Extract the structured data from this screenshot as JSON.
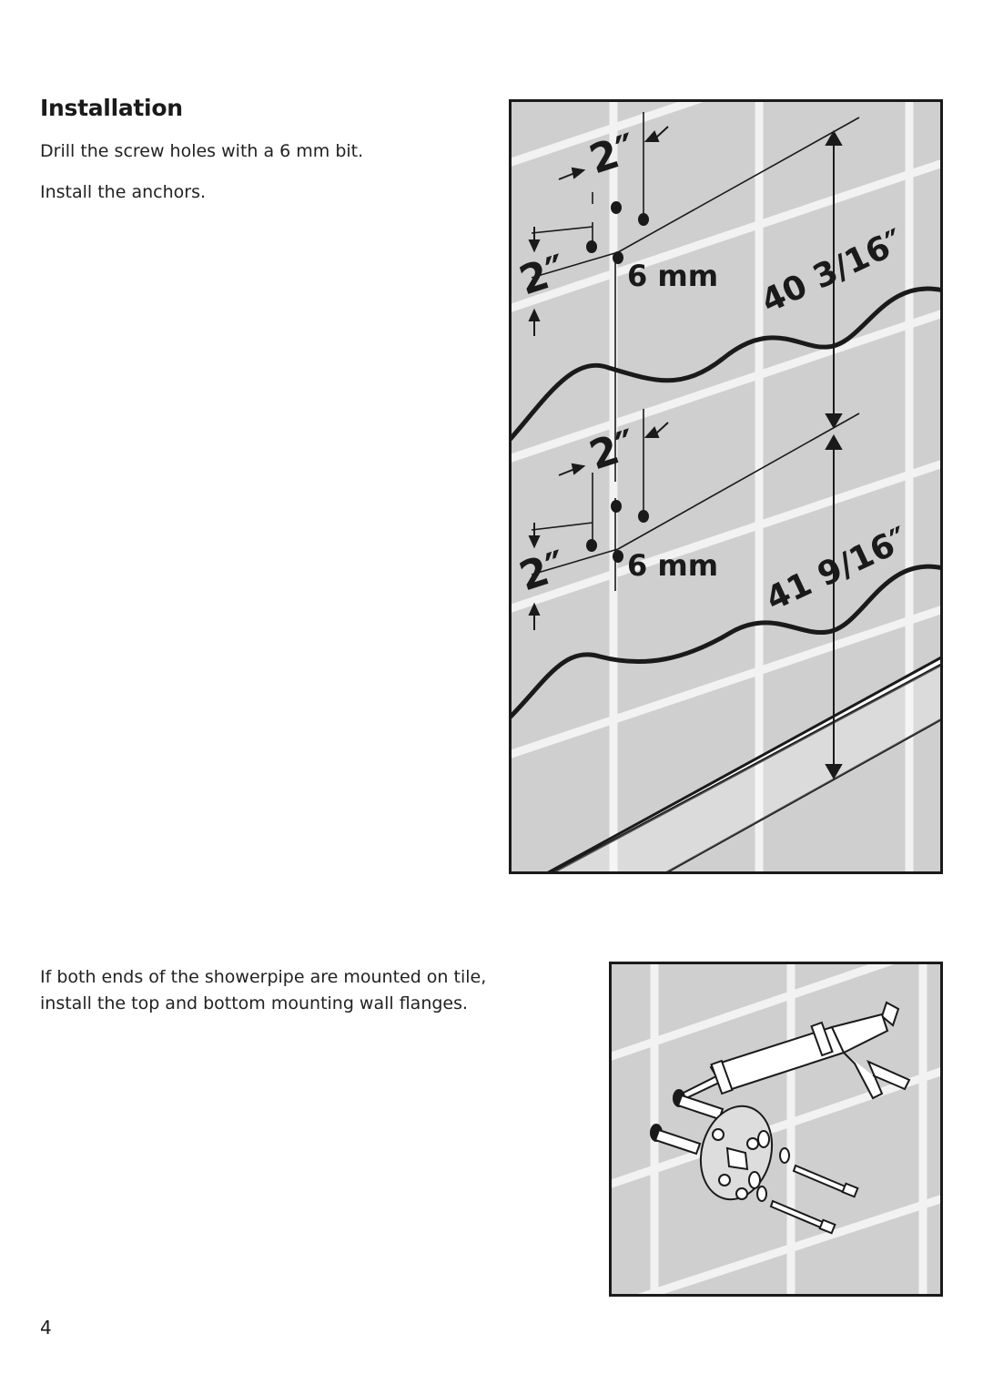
{
  "section": {
    "title": "Installation"
  },
  "instructions": {
    "step1": "Drill the screw holes with a 6 mm bit.",
    "step2": "Install the anchors.",
    "step3": "If both ends of the showerpipe are mounted on tile, install the top and bottom mounting wall flanges."
  },
  "figure1": {
    "top_horizontal_spacing": "2″",
    "top_vertical_spacing": "2″",
    "top_drill_size": "6 mm",
    "upper_height": "40 3/16″",
    "bottom_horizontal_spacing": "2″",
    "bottom_vertical_spacing": "2″",
    "bottom_drill_size": "6 mm",
    "lower_height": "41 9/16″"
  },
  "figure2": {
    "tools": [
      "caulk-gun",
      "mounting-flange",
      "anchors",
      "washers",
      "screws"
    ]
  },
  "footer": {
    "page_number": "4"
  },
  "colors": {
    "tile": "#cfcfcf",
    "grout": "#f2f2f2",
    "ink": "#1a1a1a"
  }
}
